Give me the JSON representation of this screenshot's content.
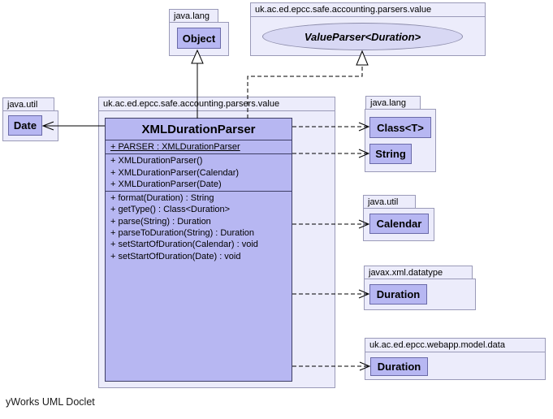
{
  "credit": "yWorks UML Doclet",
  "colors": {
    "package_fill": "#ececfb",
    "package_border": "#9a9ab8",
    "class_fill": "#b7b7f2",
    "class_border": "#6a6aa8",
    "main_class_border": "#3f3f66",
    "interface_fill": "#d8d8f4",
    "interface_border": "#8c8caa",
    "connector": "#000000"
  },
  "packages": [
    {
      "label": "java.lang"
    },
    {
      "label": "uk.ac.ed.epcc.safe.accounting.parsers.value"
    },
    {
      "label": "java.util"
    },
    {
      "label": "uk.ac.ed.epcc.safe.accounting.parsers.value"
    },
    {
      "label": "java.lang"
    },
    {
      "label": "java.util"
    },
    {
      "label": "javax.xml.datatype"
    },
    {
      "label": "uk.ac.ed.epcc.webapp.model.data"
    }
  ],
  "nodes": {
    "object": "Object",
    "value_parser": "ValueParser<Duration>",
    "date": "Date",
    "class_t": "Class<T>",
    "string": "String",
    "calendar": "Calendar",
    "duration_xml": "Duration",
    "duration_webapp": "Duration"
  },
  "main_class": {
    "name": "XMLDurationParser",
    "fields": [
      "+ PARSER : XMLDurationParser"
    ],
    "constructors": [
      "+ XMLDurationParser()",
      "+ XMLDurationParser(Calendar)",
      "+ XMLDurationParser(Date)"
    ],
    "methods": [
      "+ format(Duration) : String",
      "+ getType() : Class<Duration>",
      "+ parse(String) : Duration",
      "+ parseToDuration(String) : Duration",
      "+ setStartOfDuration(Calendar) : void",
      "+ setStartOfDuration(Date) : void"
    ]
  }
}
